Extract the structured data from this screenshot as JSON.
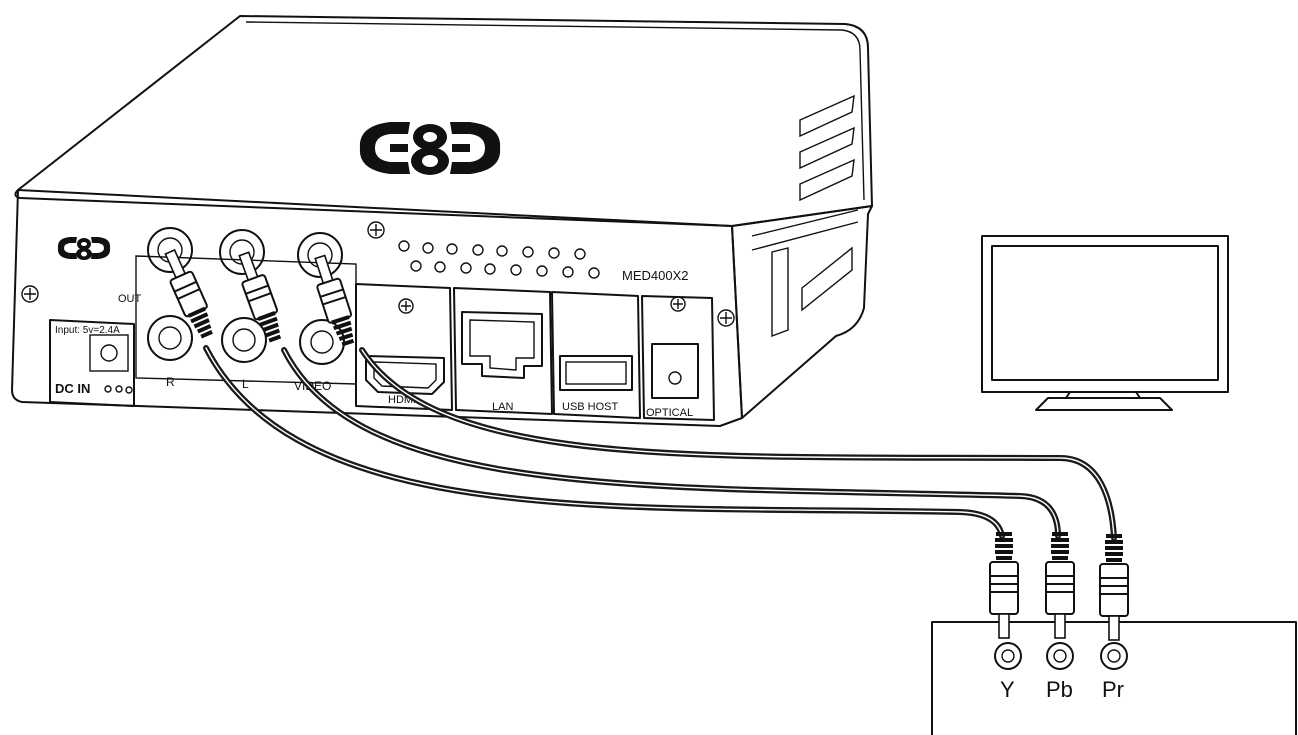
{
  "device": {
    "model": "MED400X2",
    "power_rating": "Input: 5v=2.4A",
    "dc_in": "DC IN",
    "out_label": "OUT",
    "audio_right": "R",
    "audio_left": "L",
    "video": "VIDEO",
    "ports": [
      "HDMI",
      "LAN",
      "USB HOST",
      "OPTICAL"
    ]
  },
  "receiver": {
    "inputs": [
      "Y",
      "Pb",
      "Pr"
    ]
  },
  "colors": {
    "line": "#111111",
    "background": "#ffffff"
  }
}
